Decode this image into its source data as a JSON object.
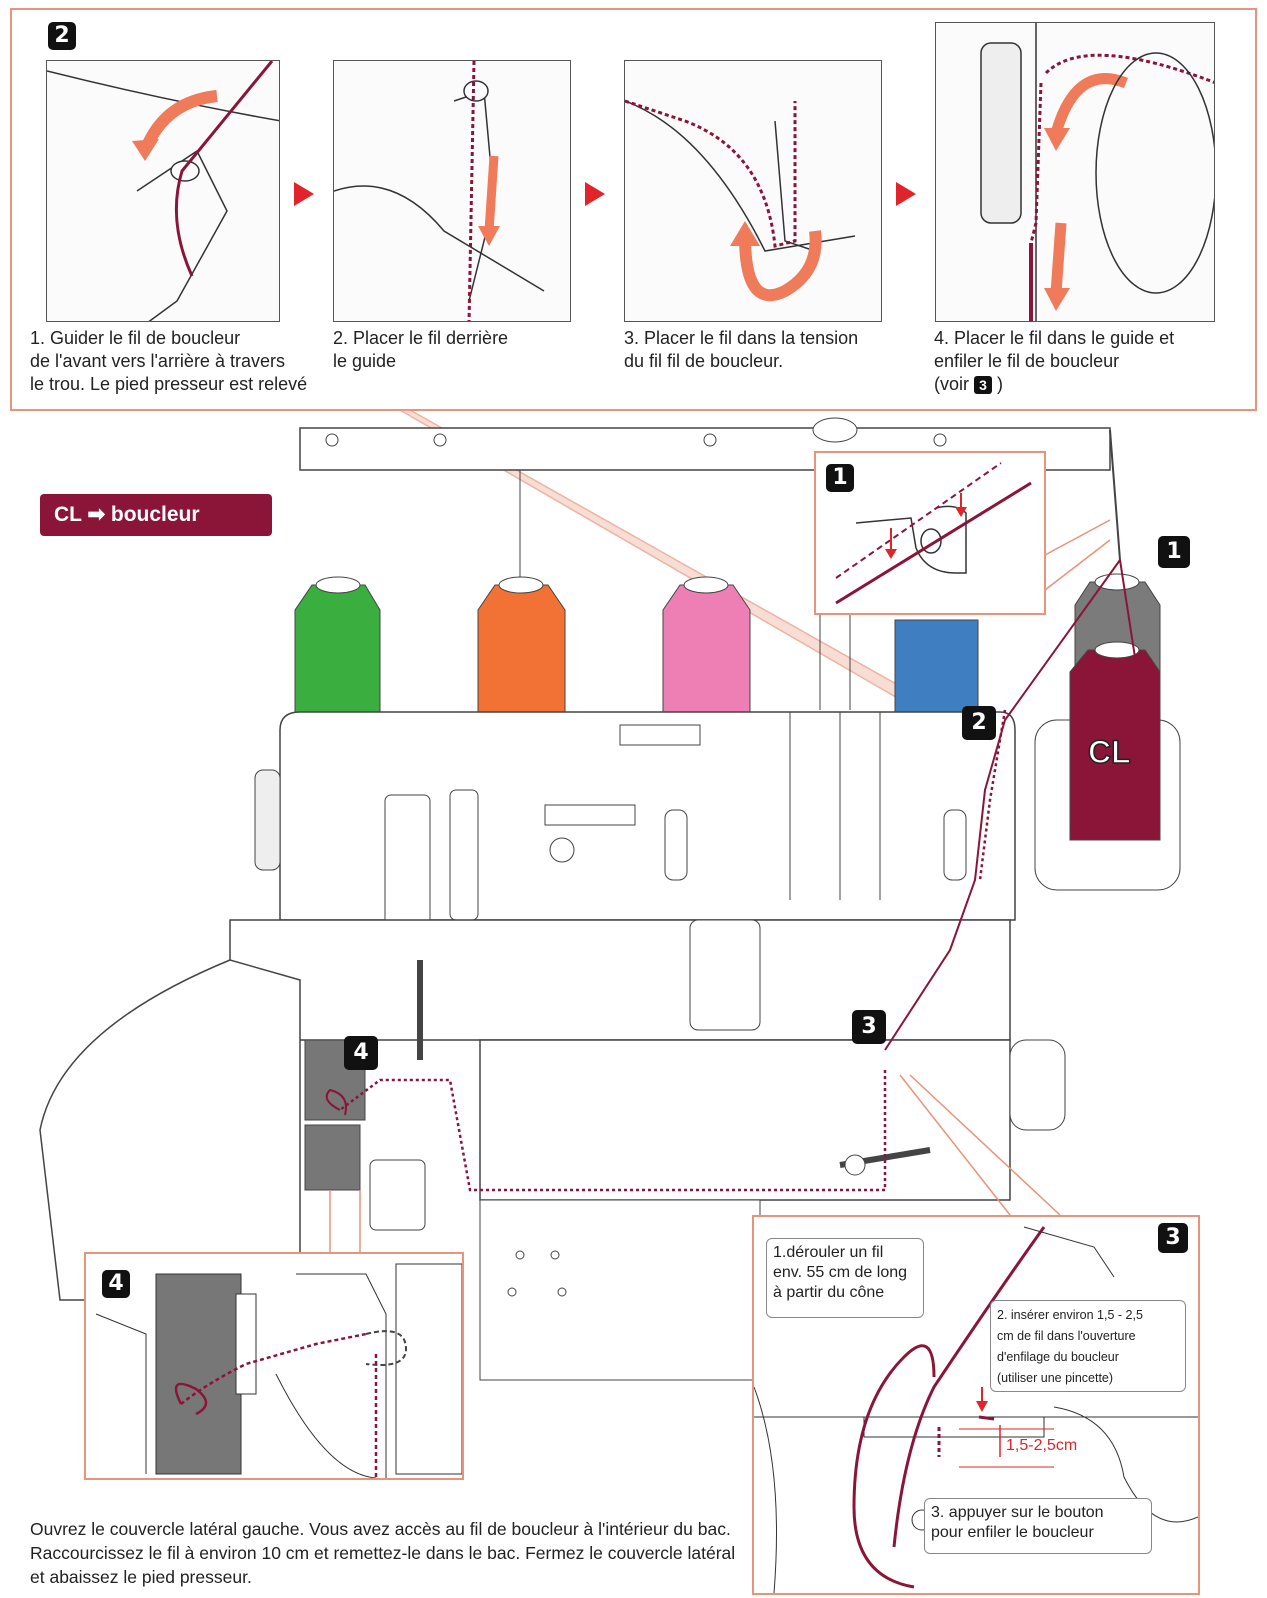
{
  "top_panel": {
    "badge": "2",
    "steps": [
      {
        "caption": "1. Guider le fil de boucleur\nde l'avant vers l'arrière à travers\nle trou. Le pied presseur est relevé"
      },
      {
        "caption": "2. Placer le fil derrière\nle guide"
      },
      {
        "caption": "3. Placer le fil dans la tension\ndu fil fil de boucleur."
      },
      {
        "caption": "4. Placer le fil dans le guide et\nenfiler le fil de boucleur",
        "see_prefix": "(voir",
        "see_badge": "3",
        "see_suffix": ")"
      }
    ]
  },
  "cl_tag": "CL ➡ boucleur",
  "markers": {
    "m1_inset": "1",
    "m1_side": "1",
    "m2": "2",
    "m3": "3",
    "m4": "4",
    "m4_inset": "4",
    "m3_inset": "3"
  },
  "cone_label": "CL",
  "inset3": {
    "callout1": "1.dérouler un fil\nenv. 55 cm de long\nà partir du cône",
    "callout2": "2. insérer environ 1,5 - 2,5\ncm de fil dans l'ouverture\nd'enfilage du boucleur\n(utiliser une pincette)",
    "measure": "1,5-2,5cm",
    "callout3": "3. appuyer sur le bouton\npour enfiler le boucleur"
  },
  "bottom_text": "Ouvrez le couvercle latéral gauche. Vous avez accès au fil de boucleur à l'intérieur du bac. Raccourcissez le fil à environ 10 cm et remettez-le dans le bac.   Fermez le couvercle latéral et abaissez le pied presseur.",
  "colors": {
    "frame": "#e8937b",
    "thread": "#8a1538",
    "arrow": "#e0242a",
    "cone_green": "#3aae3e",
    "cone_orange": "#f27235",
    "cone_pink": "#ee7fb5",
    "cone_blue": "#3f7fc1",
    "cone_gray": "#7b7b7b",
    "cone_cl": "#8a1538"
  }
}
